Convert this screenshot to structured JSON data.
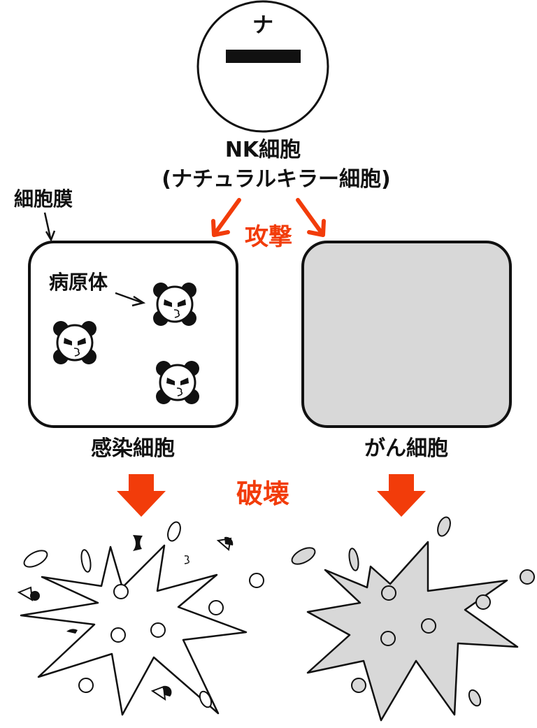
{
  "nk_cell": {
    "glyph": "ナ",
    "name": "NK細胞",
    "full_name": "(ナチュラルキラー細胞)"
  },
  "labels": {
    "membrane": "細胞膜",
    "attack": "攻撃",
    "pathogen": "病原体",
    "infected_cell": "感染細胞",
    "cancer_cell": "がん細胞",
    "destruction": "破壊"
  },
  "colors": {
    "accent": "#f23c0a",
    "outline": "#111111",
    "cancer_fill": "#d8d8d8",
    "background": "#ffffff"
  }
}
